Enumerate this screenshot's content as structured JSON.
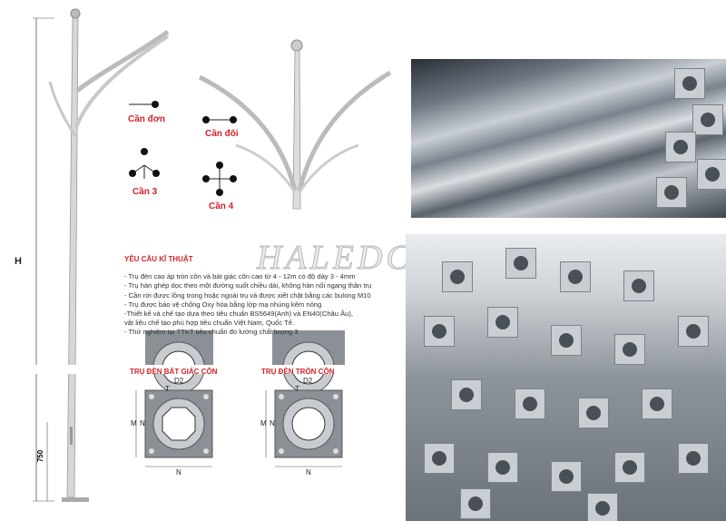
{
  "drawing": {
    "height_label": "H",
    "base_label": "750"
  },
  "arms": [
    {
      "label": "Cần đơn"
    },
    {
      "label": "Cần đôi"
    },
    {
      "label": "Cần 3"
    },
    {
      "label": "Cần 4"
    }
  ],
  "watermark": "HALEDCO",
  "specs": {
    "title": "YÊU CẦU KĨ THUẬT",
    "lines": [
      "- Trụ đèn cao áp tròn côn và bát giác côn cao từ 4 - 12m có độ dày 3 - 4mm",
      "- Trụ hàn ghép dọc theo một đường suốt chiều dài, không hàn nối ngang thân trụ",
      "- Cần rời được lồng trong hoặc ngoài trụ và được xiết chặt bằng các bulong M10",
      "- Trụ được bảo vệ chống Oxy hóa bằng lớp mạ nhúng kẽm nóng",
      "-Thiết kế và chế tạo dựa theo tiêu chuẩn BS5649(Anh) và EN40(Châu Âu),",
      "vật liệu chế tạo phù hợp tiêu chuẩn Việt Nam, Quốc Tế.",
      "- Thử nghiệm tại TTKT tiêu chuẩn đo lường chất lượng 3"
    ]
  },
  "sections": [
    {
      "title": "TRỤ ĐÈN BÁT GIÁC CÔN",
      "d2": "D2",
      "t": "T",
      "m": "M",
      "n": "N"
    },
    {
      "title": "TRỤ ĐÈN TRÒN CÔN",
      "d2": "D2",
      "t": "T",
      "m": "M",
      "n": "N"
    }
  ]
}
